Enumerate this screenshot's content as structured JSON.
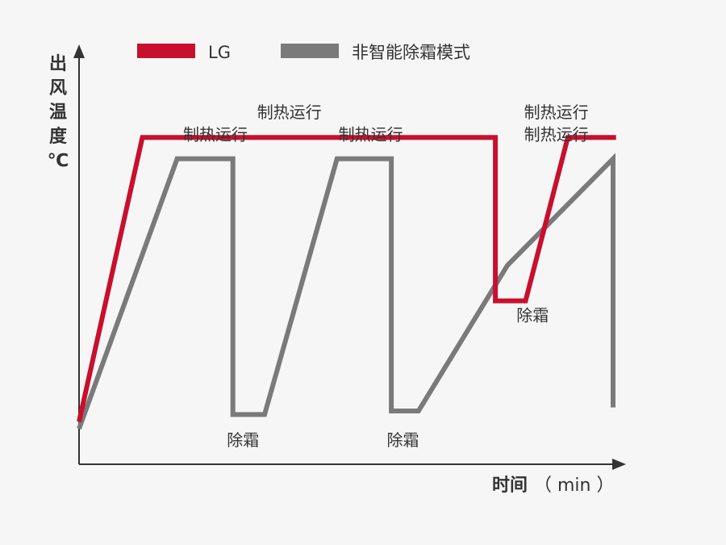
{
  "chart_data": {
    "type": "line",
    "ylabel": "出风温度℃",
    "ylabel_chars": [
      "出",
      "风",
      "温",
      "度",
      "℃"
    ],
    "xlabel": "时间（min）",
    "xlabel_text": "时间",
    "xlabel_unit": "（ min ）",
    "grid": false,
    "legend_position": "top-left",
    "series": [
      {
        "name": "LG",
        "color": "#c8102e",
        "x": [
          0,
          4.2,
          27.6,
          27.6,
          29.6,
          32.4,
          35.6
        ],
        "y": [
          12,
          92,
          92,
          46,
          46,
          92,
          92
        ]
      },
      {
        "name": "非智能除霜模式",
        "color": "#7a7a7a",
        "x": [
          0,
          6.5,
          10.2,
          10.2,
          12.3,
          17.1,
          20.7,
          20.7,
          22.5,
          28.4,
          35.4,
          35.4
        ],
        "y": [
          10,
          86,
          86,
          14,
          14,
          86,
          86,
          15,
          15,
          56,
          86,
          16
        ]
      }
    ],
    "annotations": [
      {
        "text": "制热运行",
        "x": 11.8,
        "y": 97.5
      },
      {
        "text": "制热运行",
        "x": 6.9,
        "y": 91.3
      },
      {
        "text": "制热运行",
        "x": 17.2,
        "y": 91.3
      },
      {
        "text": "制热运行",
        "x": 29.5,
        "y": 97.5
      },
      {
        "text": "制热运行",
        "x": 29.5,
        "y": 91.3
      },
      {
        "text": "除霜",
        "x": 29.0,
        "y": 40.3
      },
      {
        "text": "除霜",
        "x": 9.8,
        "y": 5.2
      },
      {
        "text": "除霜",
        "x": 20.4,
        "y": 5.2
      }
    ]
  }
}
